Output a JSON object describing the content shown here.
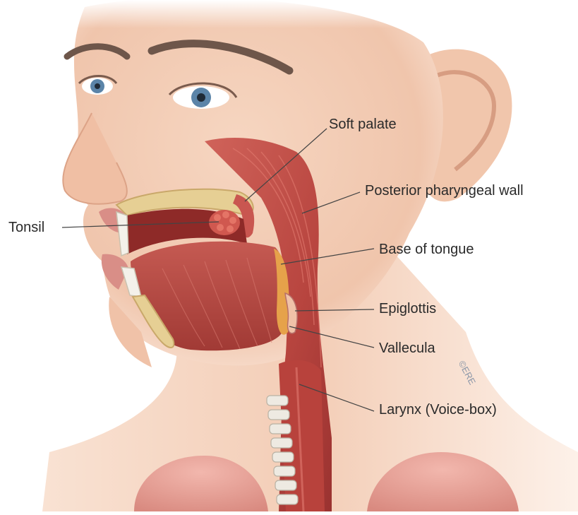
{
  "labels": {
    "soft_palate": "Soft palate",
    "posterior_pharyngeal_wall": "Posterior pharyngeal wall",
    "tonsil": "Tonsil",
    "base_of_tongue": "Base of tongue",
    "epiglottis": "Epiglottis",
    "vallecula": "Vallecula",
    "larynx": "Larynx (Voice-box)"
  },
  "signature": "©ERE",
  "colors": {
    "skin": "#f2cbb4",
    "skin_shadow": "#e4ad93",
    "muscle": "#c0504a",
    "muscle_dark": "#8e2a28",
    "bone": "#e6cf94",
    "fat": "#e6a24a",
    "leader": "#444444",
    "label": "#2a2a2a",
    "iris": "#5b84a8",
    "hair": "#6e564a"
  }
}
